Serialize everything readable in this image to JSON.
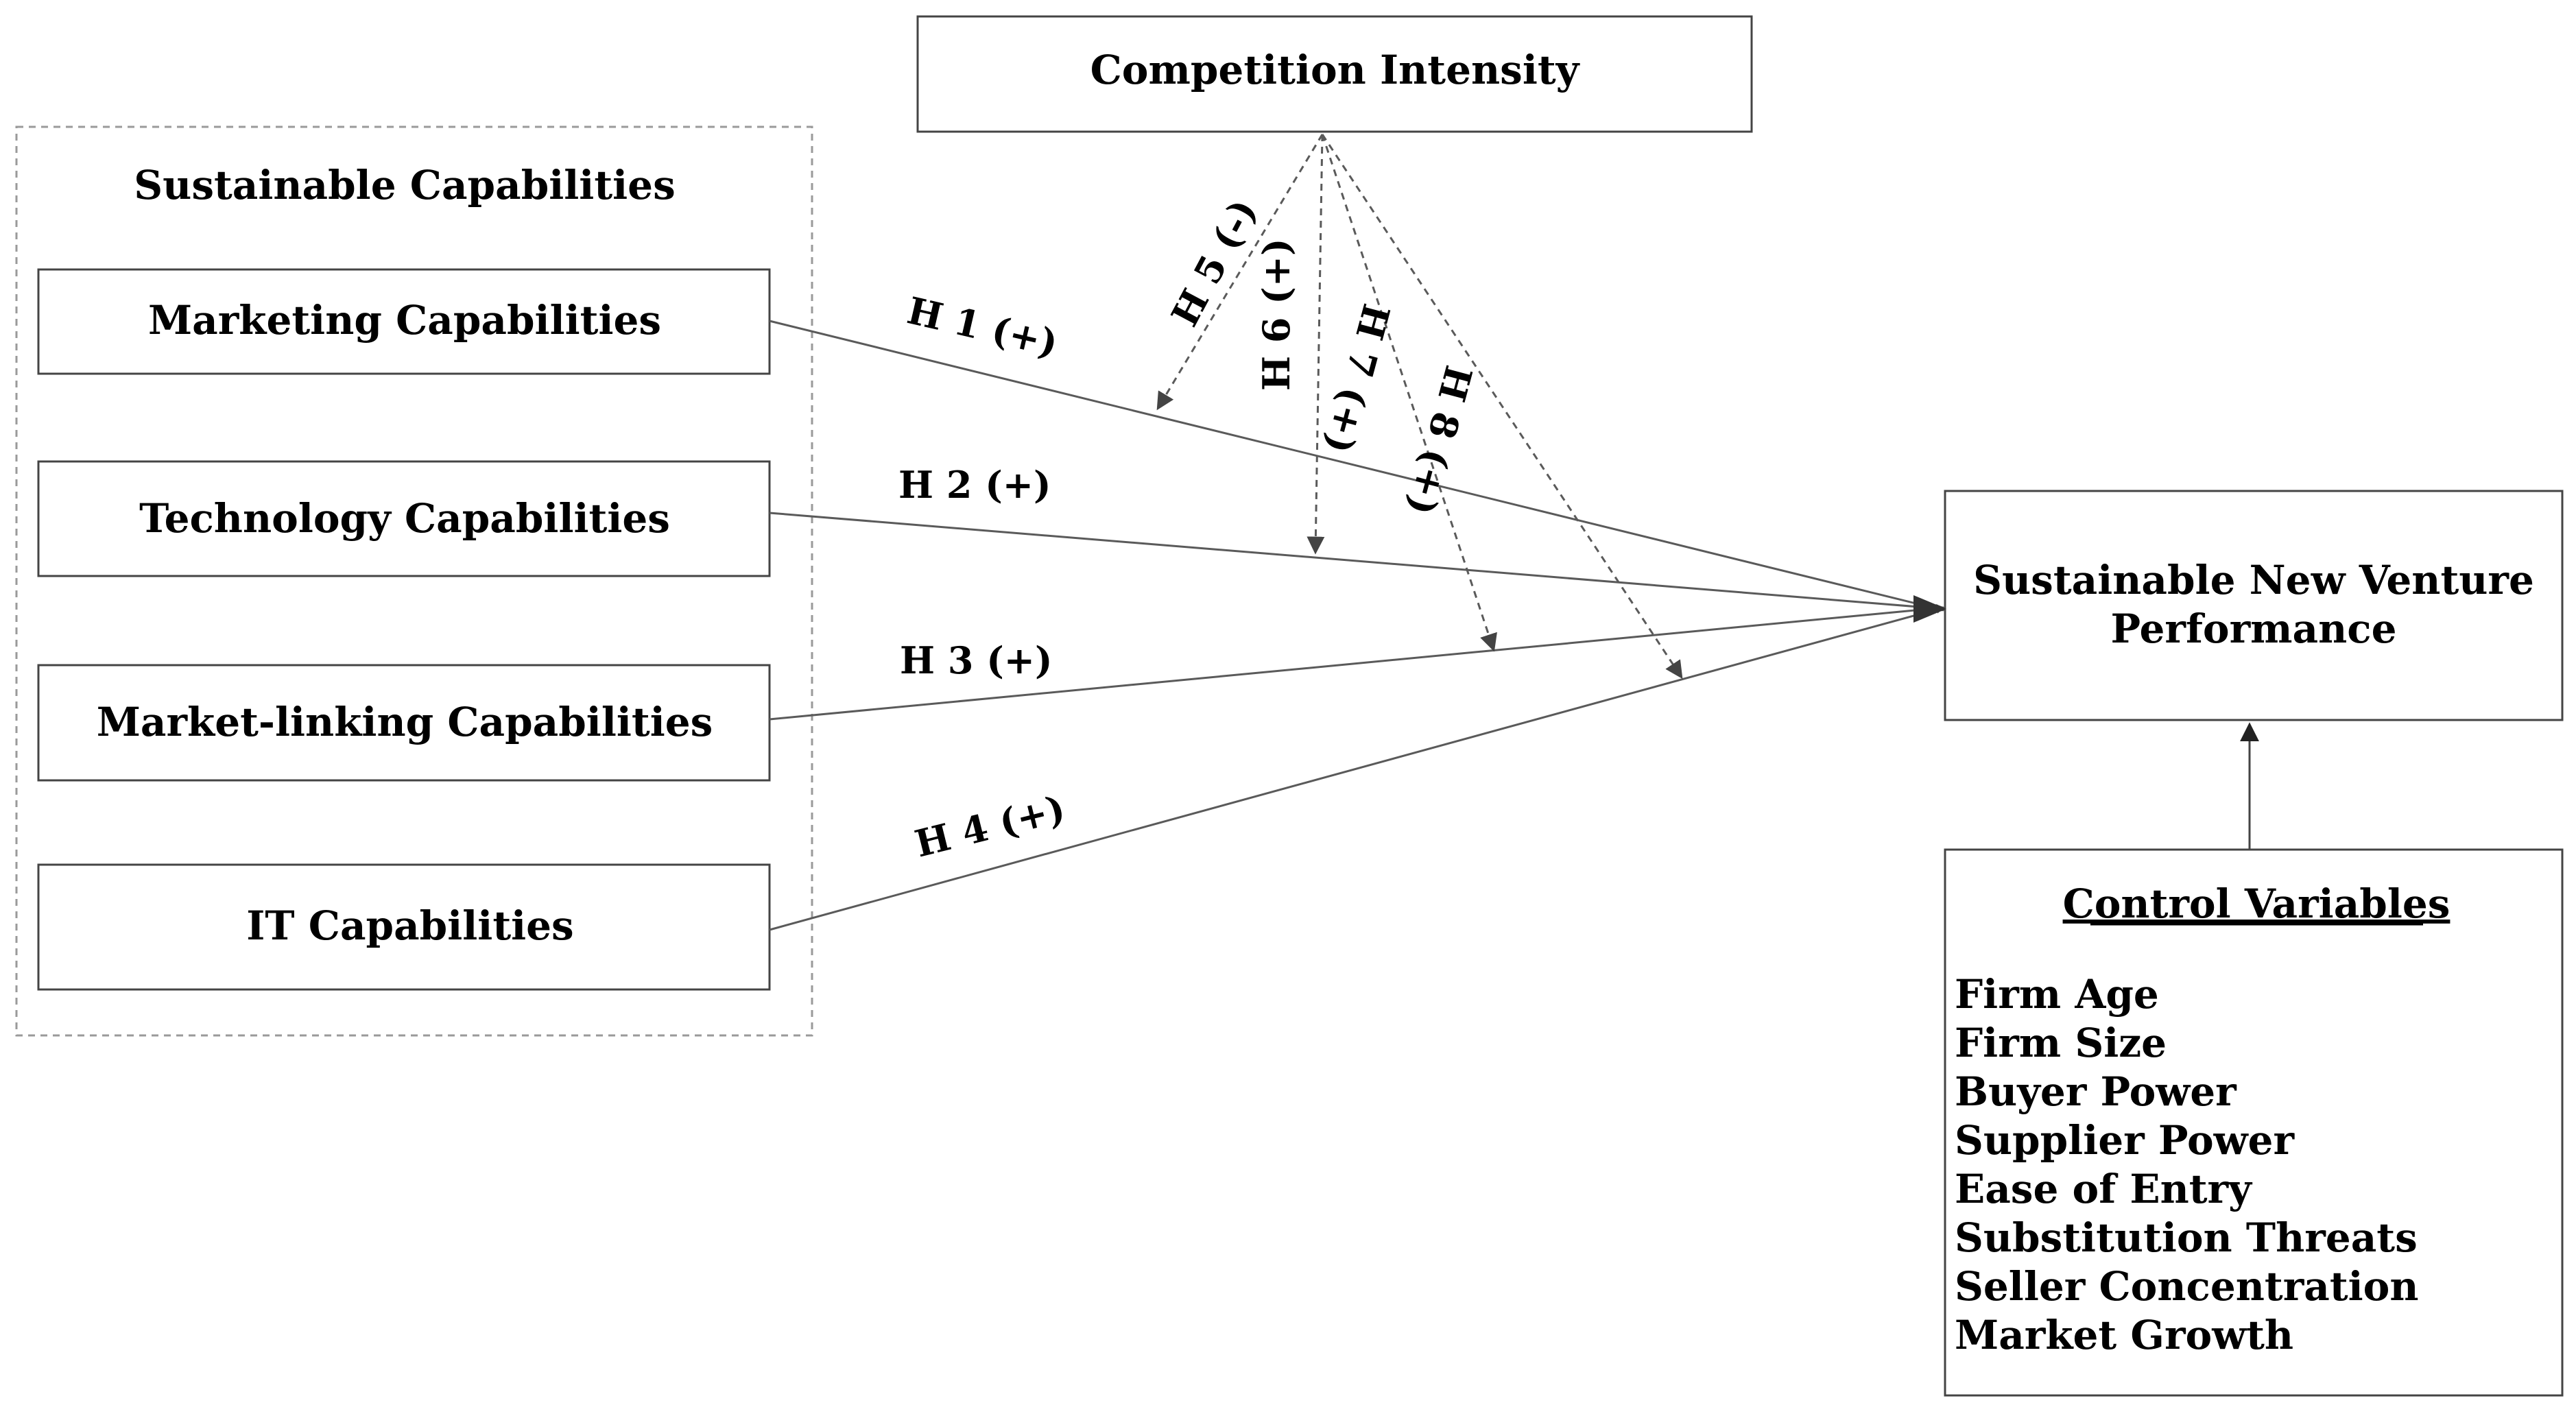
{
  "group": {
    "title": "Sustainable Capabilities"
  },
  "nodes": {
    "competition": "Competition Intensity",
    "marketing": "Marketing Capabilities",
    "technology": "Technology Capabilities",
    "market_linking": "Market-linking Capabilities",
    "it": "IT Capabilities",
    "performance_line1": "Sustainable New Venture",
    "performance_line2": "Performance"
  },
  "control": {
    "title": "Control Variables",
    "items": [
      "Firm Age",
      "Firm Size",
      "Buyer Power",
      "Supplier Power",
      "Ease of Entry",
      "Substitution Threats",
      "Seller Concentration",
      "Market Growth"
    ]
  },
  "hypotheses": {
    "h1": "H 1 (+)",
    "h2": "H 2 (+)",
    "h3": "H 3 (+)",
    "h4": "H 4 (+)",
    "h5": "H 5 (-)",
    "h6": "H 6 (+)",
    "h7": "H 7 (+)",
    "h8": "H 8 (+)"
  },
  "colors": {
    "line": "#5a5a5a",
    "box_border": "#444444",
    "group_border": "#9a9a9a"
  }
}
